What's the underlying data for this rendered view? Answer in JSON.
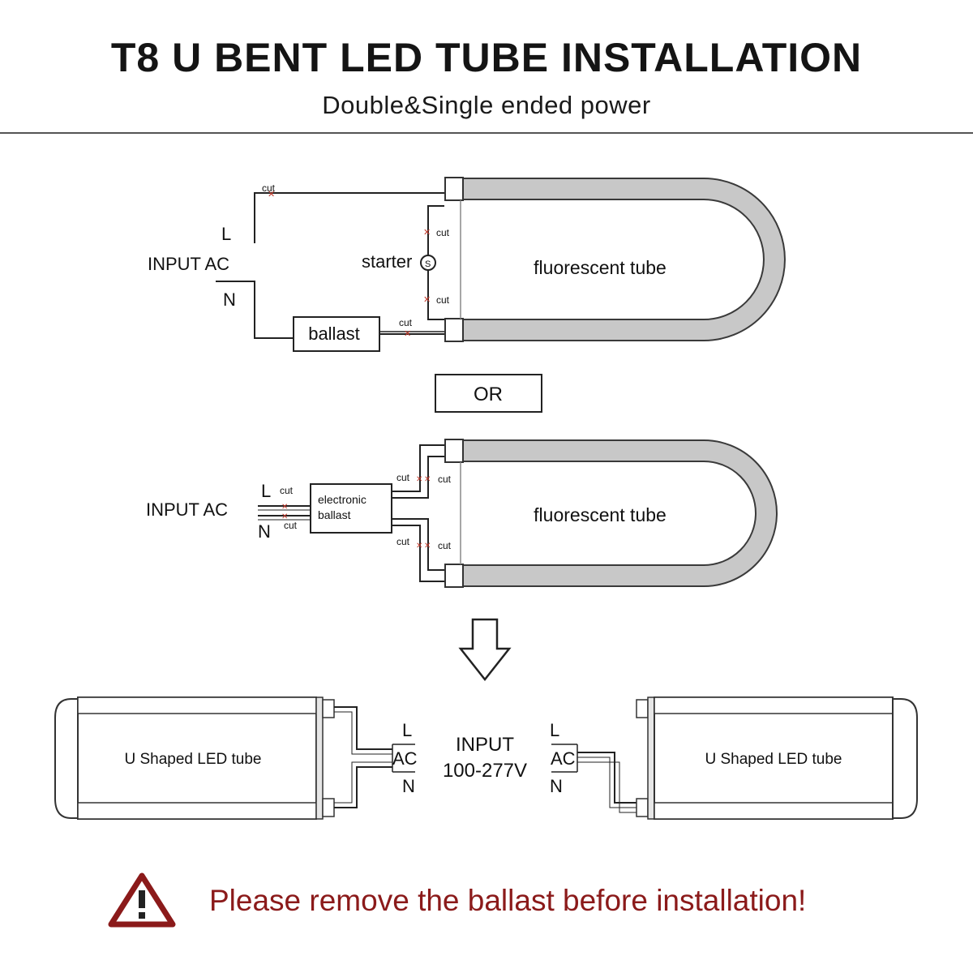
{
  "header": {
    "title": "T8 U BENT LED TUBE INSTALLATION",
    "subtitle": "Double&Single ended power"
  },
  "diagram1": {
    "input_label": "INPUT AC",
    "L": "L",
    "N": "N",
    "starter": "starter",
    "ballast": "ballast",
    "cut": "cut",
    "tube": "fluorescent tube"
  },
  "or_label": "OR",
  "diagram2": {
    "input_label": "INPUT AC",
    "L": "L",
    "N": "N",
    "cut": "cut",
    "ballast_line1": "electronic",
    "ballast_line2": "ballast",
    "tube": "fluorescent tube"
  },
  "diagram3": {
    "left_tube": "U Shaped LED tube",
    "right_tube": "U Shaped LED tube",
    "input_line1": "INPUT",
    "input_line2": "100-277V",
    "L": "L",
    "AC": "AC",
    "N": "N"
  },
  "warning": {
    "text": "Please remove the ballast before installation!",
    "color": "#8b1a1a",
    "icon": "warning-triangle-icon"
  },
  "colors": {
    "tube_fill": "#c8c8c8",
    "cut_marker": "#c0392b"
  }
}
